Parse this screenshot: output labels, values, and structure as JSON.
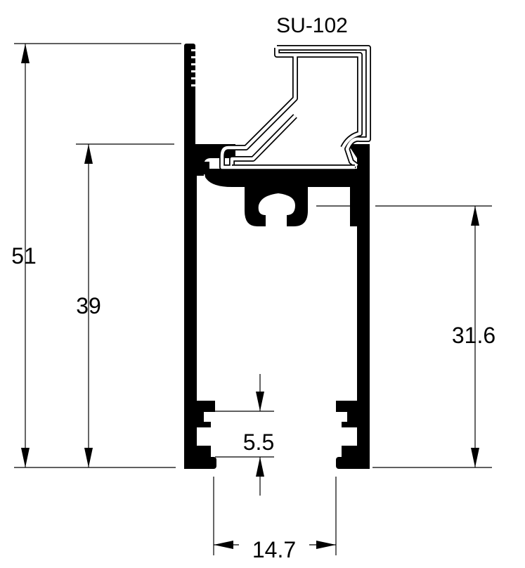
{
  "part": {
    "code": "SU-102"
  },
  "dimensions": {
    "overall_height": "51",
    "inner_height": "39",
    "right_height": "31.6",
    "slot_gap": "5.5",
    "bottom_width": "14.7"
  }
}
